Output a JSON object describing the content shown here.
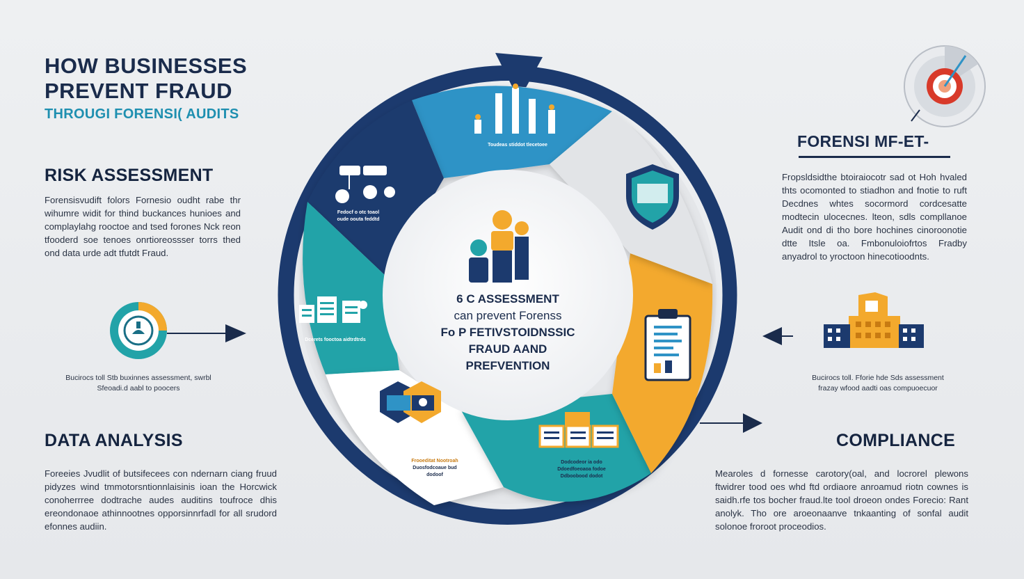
{
  "header": {
    "title_line1": "HOW BUSINESSES",
    "title_line2": "PREVENT FRAUD",
    "subtitle": "THROUGI FORENSI( AUDITS"
  },
  "risk": {
    "heading": "RISK ASSESSMENT",
    "body": "Forensisvudift folors Fornesio oudht rabe thr wihumre widit for thind buckances hunioes and complaylahg rooctoe and tsed forones Nck reon tfooderd soe tenoes onrtioreossser torrs thed ond data urde adt tfutdt Fraud.",
    "caption": "Bucirocs toll Stb buxinnes assessment, swrbl Sfeoadi.d aabl to poocers"
  },
  "data_analysis": {
    "heading": "DATA ANALYSIS",
    "body": "Foreeies Jvudlit of butsifecees con ndernarn ciang fruud pidyzes wind tmmotorsntionnlaisinis ioan the Horcwick conoherrree dodtrache audes auditins toufroce dhis ereondonaoe athinnootnes opporsinnrfadl for all srudord efonnes audiin."
  },
  "forensic": {
    "heading": "FORENSI MF-ET-",
    "body": "Fropsldsidthe btoiraiocotr sad ot Hoh hvaled thts ocomonted to stiadhon and fnotie to ruft Decdnes whtes socormord cordcesatte modtecin ulocecnes. lteon, sdls compllanoe Audit ond di tho bore hochines cinoroonotie dtte Itsle oa. Fmbonuloiofrtos Fradby anyadrol to yroctoon hinecotioodnts.",
    "caption": "Bucirocs toll. Fforie hde Sds assessment frazay wfood aadti oas compuoecuor"
  },
  "compliance": {
    "heading": "COMPLIANCE",
    "body": "Mearoles d fornesse carotory(oal, and locrorel plewons ftwidrer tood oes whd ftd ordiaore anroamud riotn cownes is saidh.rfe tos bocher fraud.lte tool droeon ondes Forecio: Rant anolyk. Tho ore aroeonaanve tnkaanting of sonfal audit solonoe froroot proceodios."
  },
  "center": {
    "line1": "6 C ASSESSMENT",
    "line2": "can prevent Forenss",
    "line3": "Fo P FETIVSTOIDNSSIC",
    "line4": "FRAUD AAND",
    "line5": "PREFVENTION"
  },
  "segments": {
    "top_label": "Toudeas stiddot tlecetoee",
    "topleft_label1": "Fedocf o otc toaol",
    "topleft_label2": "oude oouta feddtd",
    "left_label": "Dcerets fooctoa aidtrdtrds",
    "bottom_label1": "Frooeditat Nootroah",
    "bottom_label2": "Duosfodcoaue bud",
    "bottom_label3": "dodoof",
    "bottomright_label1": "Dodcodeor ia odo",
    "bottomright_label2": "Ddoedfoeoaoa fodoe",
    "bottomright_label3": "Ddboobood dodot"
  },
  "colors": {
    "navy": "#1c3a6e",
    "dark_navy": "#1a2b4b",
    "teal": "#22a3a8",
    "sky": "#2f93c6",
    "orange": "#f3a92d",
    "light_gray": "#e4e6e9",
    "white": "#ffffff"
  },
  "icons": [
    "dartboard-target-icon",
    "bar-chart-icon",
    "shield-icon",
    "team-people-icon",
    "clipboard-icon",
    "building-icon",
    "pie-gauge-icon",
    "flowchart-icon",
    "dashboard-icon",
    "documents-icon",
    "arrow-right-icon",
    "arrow-left-icon"
  ]
}
